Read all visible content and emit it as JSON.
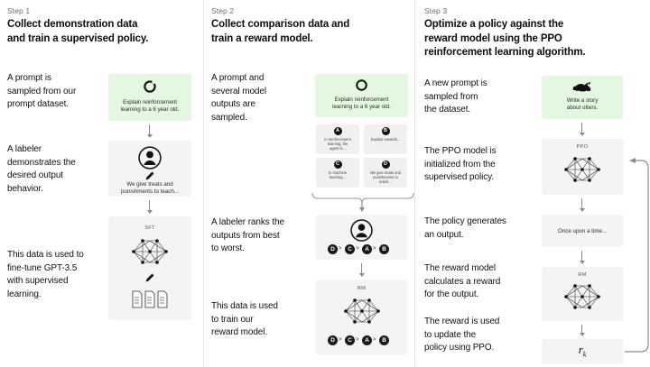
{
  "theme": {
    "bg": "#ffffff",
    "panel_bg": "#f4f4f3",
    "panel_green": "#e4f7e0",
    "divider": "#e6e6e6",
    "arrow": "#8a8a8a",
    "text": "#111111",
    "muted": "#6e6e6e"
  },
  "steps": [
    {
      "label": "Step 1",
      "title": "Collect demonstration data\nand train a supervised policy.",
      "title_line1": "Collect demonstration data",
      "title_line2": "and train a supervised policy.",
      "captions": [
        "A prompt is\nsampled from our\nprompt dataset.",
        "A labeler\ndemonstrates the\ndesired output\nbehavior.",
        "This data is used to\nfine-tune GPT-3.5\nwith supervised\nlearning."
      ],
      "prompt_box": {
        "icon": "recycle-circle-icon",
        "text": "Explain reinforcement\nlearning to a 6 year old."
      },
      "labeler_box": {
        "icon": "person-avatar-icon",
        "pencil": "pencil-icon",
        "text": "We give treats and\npunishments to teach..."
      },
      "model_box": {
        "tag": "SFT",
        "icon": "neural-network-icon",
        "pencil": "pencil-icon",
        "docs": "three-documents-icon"
      }
    },
    {
      "label": "Step 2",
      "title_line1": "Collect comparison data and",
      "title_line2": "train a reward model.",
      "captions": [
        "A prompt and\nseveral model\noutputs are\nsampled.",
        "A labeler ranks the\noutputs from best\nto worst.",
        "This data is used\nto train our\nreward model."
      ],
      "prompt_box": {
        "icon": "recycle-circle-icon",
        "text": "Explain reinforcement\nlearning to a 6 year old."
      },
      "outputs": [
        {
          "letter": "A",
          "text": "In reinforcement\nlearning, the\nagent is..."
        },
        {
          "letter": "B",
          "text": "Explain rewards..."
        },
        {
          "letter": "C",
          "text": "In machine\nlearning..."
        },
        {
          "letter": "D",
          "text": "We give treats and\npunishments to\nteach..."
        }
      ],
      "ranking_box": {
        "icon": "person-avatar-icon",
        "ranking": [
          "D",
          "C",
          "A",
          "B"
        ],
        "separator": ">"
      },
      "reward_model_box": {
        "tag": "RM",
        "icon": "neural-network-icon",
        "ranking": [
          "D",
          "C",
          "A",
          "B"
        ],
        "separator": ">"
      }
    },
    {
      "label": "Step 3",
      "title_line1": "Optimize a policy against the",
      "title_line2": "reward model using the PPO",
      "title_line3": "reinforcement learning algorithm.",
      "captions": [
        "A new prompt is\nsampled from\nthe dataset.",
        "The PPO model is\ninitialized from the\nsupervised policy.",
        "The policy generates\nan output.",
        "The reward model\ncalculates a reward\nfor the output.",
        "The reward is used\nto update the\npolicy using PPO."
      ],
      "prompt_box": {
        "icon": "otter-icon",
        "text": "Write a story\nabout otters."
      },
      "ppo_box": {
        "tag": "PPO",
        "icon": "neural-network-icon"
      },
      "output_box": {
        "text": "Once upon a time..."
      },
      "rm_box": {
        "tag": "RM",
        "icon": "neural-network-icon"
      },
      "reward_box": {
        "symbol": "r",
        "subscript": "k"
      },
      "feedback_loop": "feedback-loop-arrow"
    }
  ]
}
